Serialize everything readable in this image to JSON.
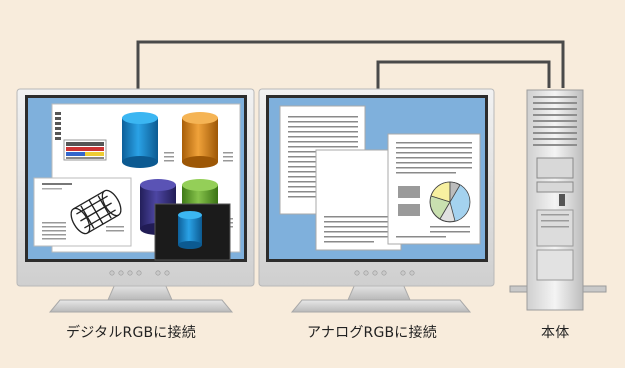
{
  "labels": {
    "digital": "デジタルRGBに接続",
    "analog": "アナログRGBに接続",
    "body": "本体"
  },
  "colors": {
    "background": "#f8ecdc",
    "cable": "#4a4a4a",
    "monitor_bezel": "#e3e3e3",
    "screen": "#7fb0dc",
    "cylinder_blue": "#1f86c7",
    "cylinder_orange": "#e08a1a",
    "cylinder_purple": "#3b3583",
    "cylinder_green": "#66a332"
  },
  "icons": [
    "digital-monitor-icon",
    "analog-monitor-icon",
    "tower-pc-icon"
  ]
}
